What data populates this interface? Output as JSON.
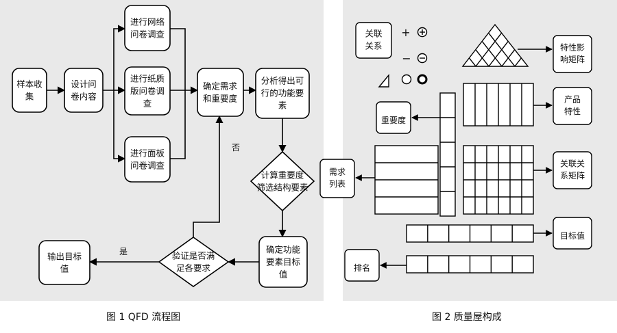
{
  "figure1": {
    "caption": "图 1   QFD 流程图",
    "nodes": {
      "sample": [
        "样本收",
        "集"
      ],
      "design": [
        "设计问",
        "卷内容"
      ],
      "online": [
        "进行网络",
        "问卷调查"
      ],
      "paper": [
        "进行纸质",
        "版问卷调",
        "查"
      ],
      "face": [
        "进行面板",
        "问卷调查"
      ],
      "determine": [
        "确定需求",
        "和重要度"
      ],
      "analyze": [
        "分析得出可",
        "行的功能要",
        "素"
      ],
      "compute": [
        "计算重要度",
        "筛选结构要素"
      ],
      "confirm": [
        "确定功能",
        "要素目标",
        "值"
      ],
      "verify": [
        "验证是否满",
        "足各要求"
      ],
      "output": [
        "输出目标",
        "值"
      ]
    },
    "edge_labels": {
      "no": "否",
      "yes": "是"
    }
  },
  "figure2": {
    "caption": "图 2   质量屋构成",
    "legend": {
      "title": [
        "关联",
        "关系"
      ],
      "plus": "+",
      "minus": "−"
    },
    "labels": {
      "feature_corr": [
        "特性影",
        "响矩阵"
      ],
      "product": [
        "产品",
        "特性"
      ],
      "importance": [
        "重要度"
      ],
      "relation": [
        "关联关",
        "系矩阵"
      ],
      "needs": [
        "需求",
        "列表"
      ],
      "target": [
        "目标值"
      ],
      "rank": [
        "排名"
      ]
    }
  }
}
